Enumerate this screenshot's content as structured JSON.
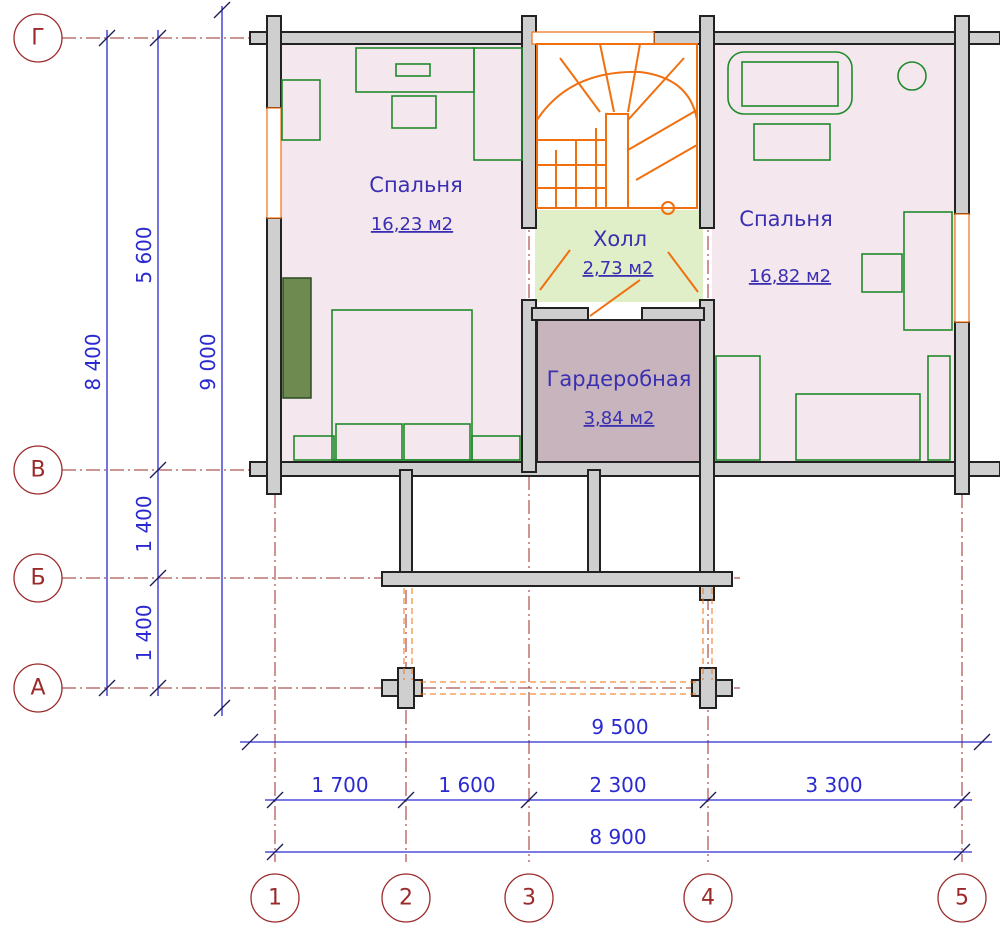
{
  "plan": {
    "grid": {
      "rows": [
        "Г",
        "В",
        "Б",
        "А"
      ],
      "columns": [
        "1",
        "2",
        "3",
        "4",
        "5"
      ]
    },
    "rooms": [
      {
        "name": "Спальня",
        "area": "16,23 м2"
      },
      {
        "name": "Холл",
        "area": "2,73 м2"
      },
      {
        "name": "Спальня",
        "area": "16,82 м2"
      },
      {
        "name": "Гардеробная",
        "area": "3,84 м2"
      }
    ],
    "dimensions": {
      "left": [
        "8 400",
        "5 600",
        "1 400",
        "1 400",
        "9 000"
      ],
      "bottom": [
        "9 500",
        "1 700",
        "1 600",
        "2 300",
        "3 300",
        "8 900"
      ]
    },
    "colors": {
      "bedroom": "#f4e8ee",
      "hall": "#e0efc8",
      "wardrobe": "#c8b4bc",
      "axis": "#9b2a2a",
      "dimension": "#2a2ad0",
      "furniture": "#1f8a2a",
      "stairs": "#f07010"
    }
  }
}
